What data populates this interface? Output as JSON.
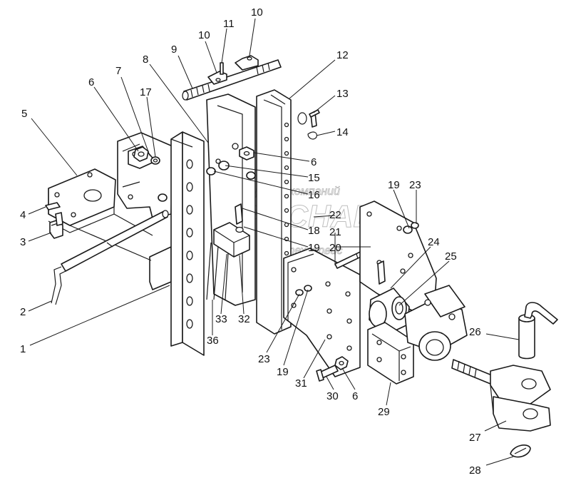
{
  "watermark": {
    "line1": "группа компаний",
    "line2": "ПРОСНАБ",
    "line3": "техсервис"
  },
  "callouts": [
    {
      "id": "c10a",
      "text": "10"
    },
    {
      "id": "c11",
      "text": "11"
    },
    {
      "id": "c10b",
      "text": "10"
    },
    {
      "id": "c9",
      "text": "9"
    },
    {
      "id": "c8",
      "text": "8"
    },
    {
      "id": "c7",
      "text": "7"
    },
    {
      "id": "c6a",
      "text": "6"
    },
    {
      "id": "c17",
      "text": "17"
    },
    {
      "id": "c5",
      "text": "5"
    },
    {
      "id": "c4",
      "text": "4"
    },
    {
      "id": "c3",
      "text": "3"
    },
    {
      "id": "c2",
      "text": "2"
    },
    {
      "id": "c1",
      "text": "1"
    },
    {
      "id": "c12",
      "text": "12"
    },
    {
      "id": "c13",
      "text": "13"
    },
    {
      "id": "c14",
      "text": "14"
    },
    {
      "id": "c6b",
      "text": "6"
    },
    {
      "id": "c15",
      "text": "15"
    },
    {
      "id": "c16",
      "text": "16"
    },
    {
      "id": "c19a",
      "text": "19"
    },
    {
      "id": "c23a",
      "text": "23"
    },
    {
      "id": "c22",
      "text": "22"
    },
    {
      "id": "c18",
      "text": "18"
    },
    {
      "id": "c21",
      "text": "21"
    },
    {
      "id": "c19b",
      "text": "19"
    },
    {
      "id": "c20",
      "text": "20"
    },
    {
      "id": "c24",
      "text": "24"
    },
    {
      "id": "c25",
      "text": "25"
    },
    {
      "id": "c33",
      "text": "33"
    },
    {
      "id": "c32",
      "text": "32"
    },
    {
      "id": "c36",
      "text": "36"
    },
    {
      "id": "c23b",
      "text": "23"
    },
    {
      "id": "c19c",
      "text": "19"
    },
    {
      "id": "c31",
      "text": "31"
    },
    {
      "id": "c30",
      "text": "30"
    },
    {
      "id": "c6c",
      "text": "6"
    },
    {
      "id": "c29",
      "text": "29"
    },
    {
      "id": "c26",
      "text": "26"
    },
    {
      "id": "c27",
      "text": "27"
    },
    {
      "id": "c28",
      "text": "28"
    }
  ]
}
